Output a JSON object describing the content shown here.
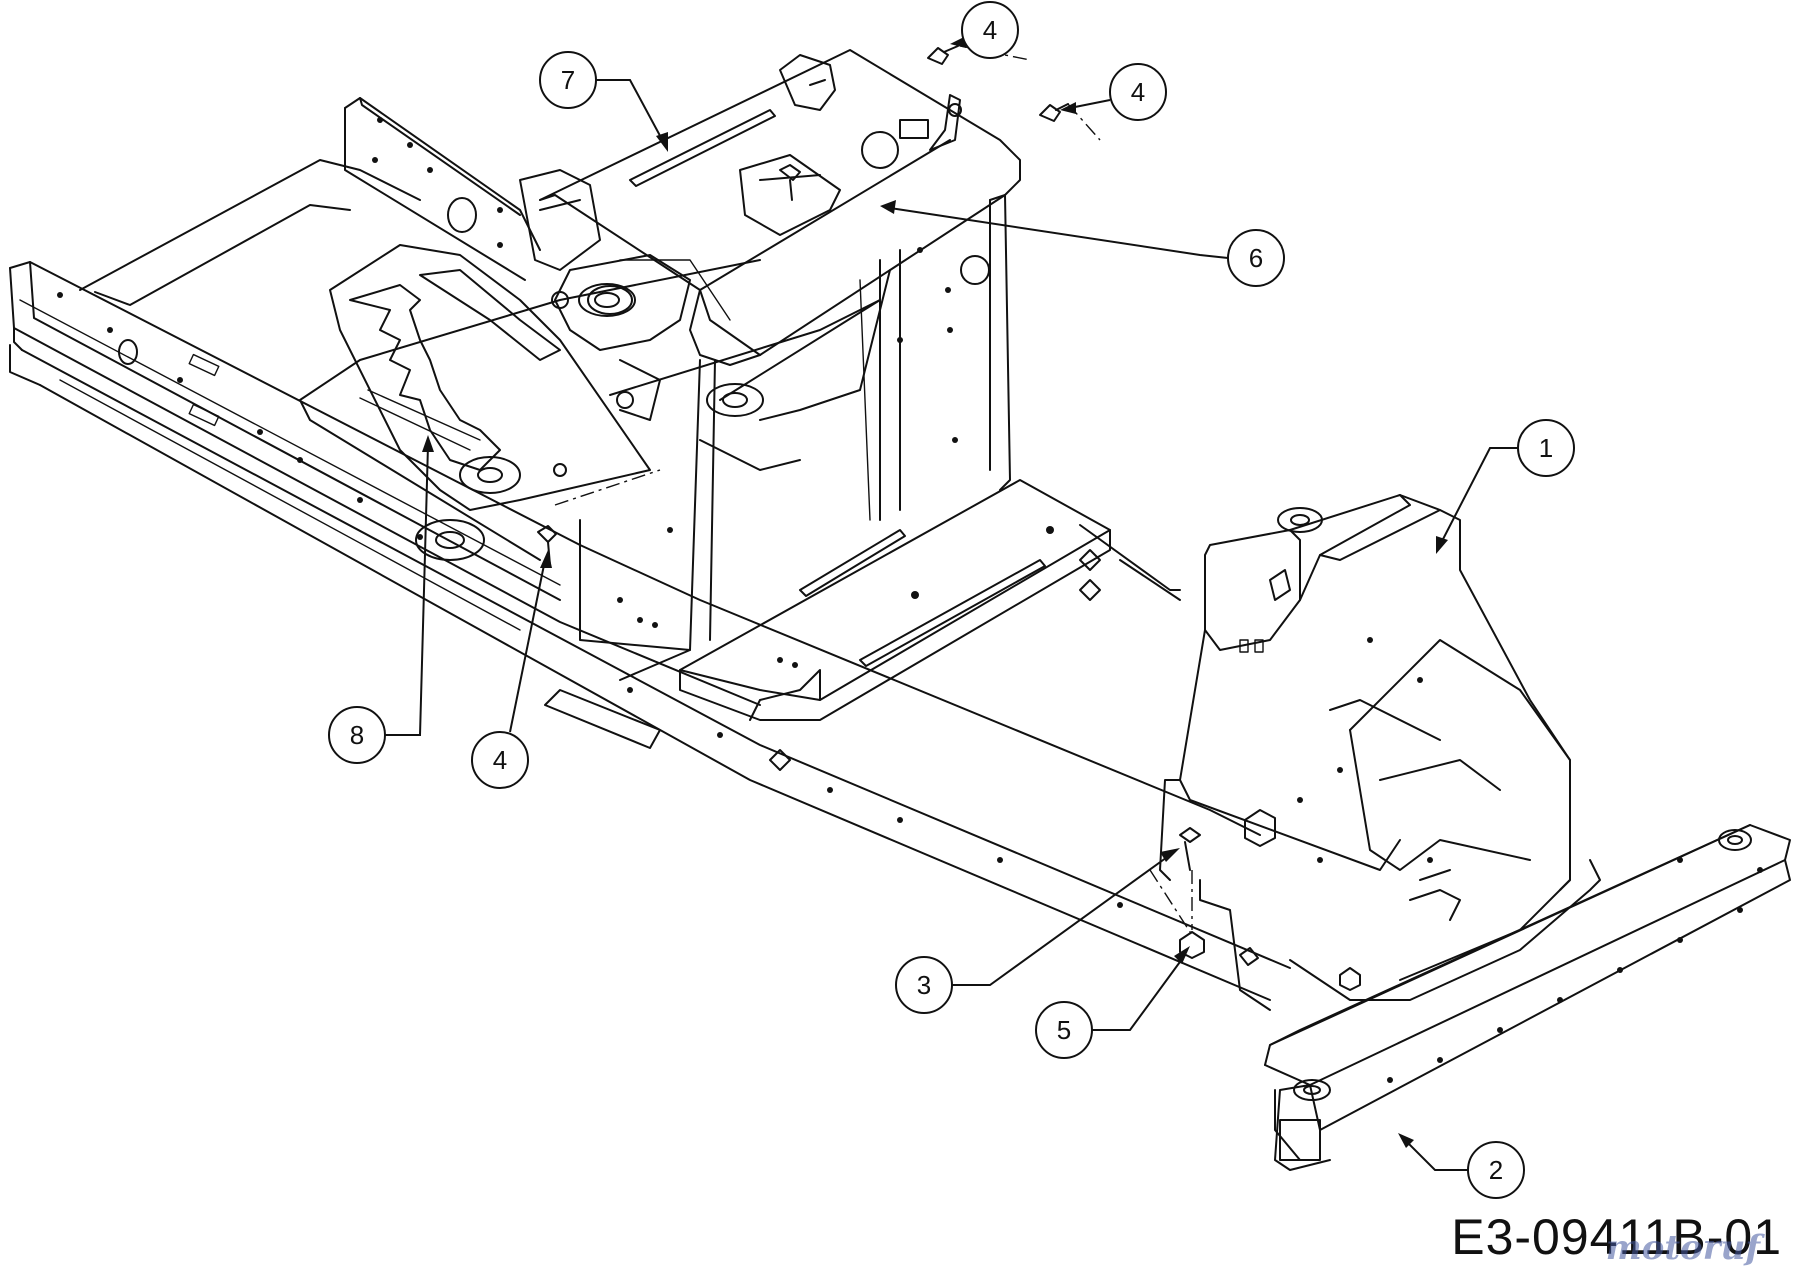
{
  "drawing_code": "E3-09411B-01",
  "watermark": "motoruf",
  "callouts": [
    {
      "id": "c4a",
      "label": "4"
    },
    {
      "id": "c7",
      "label": "7"
    },
    {
      "id": "c4b",
      "label": "4"
    },
    {
      "id": "c6",
      "label": "6"
    },
    {
      "id": "c1",
      "label": "1"
    },
    {
      "id": "c8",
      "label": "8"
    },
    {
      "id": "c4c",
      "label": "4"
    },
    {
      "id": "c3",
      "label": "3"
    },
    {
      "id": "c5",
      "label": "5"
    },
    {
      "id": "c2",
      "label": "2"
    }
  ]
}
